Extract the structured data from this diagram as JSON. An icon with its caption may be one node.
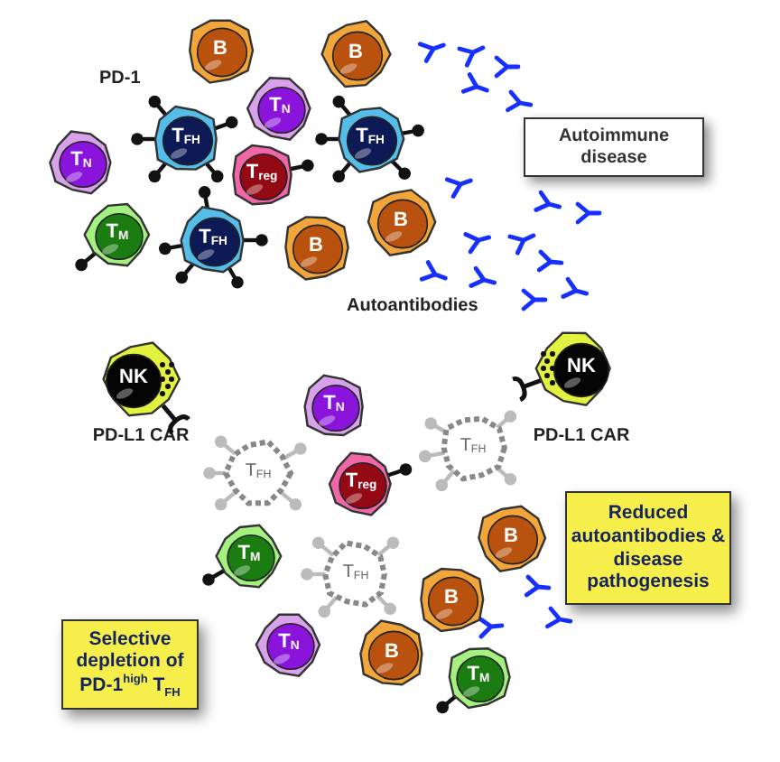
{
  "diagram": {
    "nodes": [
      {
        "text": [
          "B"
        ]
      },
      {
        "text": [
          "B"
        ]
      },
      {
        "text": [
          "T$_{N}$"
        ]
      },
      {
        "text": [
          "T$_{FH}$"
        ]
      },
      {
        "text": [
          "T$_{FH}$"
        ]
      },
      {
        "text": [
          "Autoimmune disease"
        ]
      },
      {
        "text": [
          "T$_{N}$"
        ]
      },
      {
        "text": [
          "T$_{reg}$"
        ]
      },
      {
        "text": [
          "B"
        ]
      },
      {
        "text": [
          "T$_{M}$"
        ]
      },
      {
        "text": [
          "T$_{FH}$"
        ]
      },
      {
        "text": [
          "B"
        ]
      },
      {
        "text": [
          "NK"
        ],
        "beside": [
          "PD-L1 CAR"
        ]
      },
      {
        "text": [
          "NK"
        ],
        "beside": [
          "PD-L1 CAR"
        ]
      },
      {
        "text": [
          "T$_{N}$"
        ]
      },
      {
        "text": [
          "T$_{FH}$"
        ]
      },
      {
        "text": [
          "T$_{FH}$"
        ]
      },
      {
        "text": [
          "T$_{reg}$"
        ]
      },
      {
        "text": [
          "Reduced autoantibodies & disease pathogenesis"
        ]
      },
      {
        "text": [
          "B"
        ]
      },
      {
        "text": [
          "T$_{M}$"
        ]
      },
      {
        "text": [
          "T$_{FH}$"
        ]
      },
      {
        "text": [
          "B"
        ]
      },
      {
        "text": [
          "Selective depletion of PD-1$^{high}$ T$_{FH}$"
        ]
      },
      {
        "text": [
          "T$_{N}$"
        ]
      },
      {
        "text": [
          "B"
        ]
      },
      {
        "text": [
          "T$_{M}$"
        ]
      }
    ],
    "labels": [
      "PD-1",
      "Autoantibodies"
    ]
  }
}
